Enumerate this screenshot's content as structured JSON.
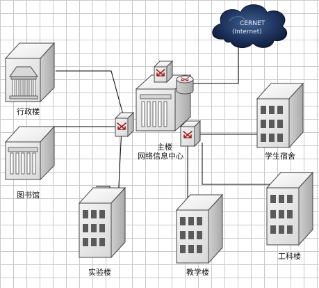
{
  "cloud": {
    "name": "CERNET",
    "sub": "(Internet)"
  },
  "buildings": {
    "admin": "行政楼",
    "library": "图书馆",
    "lab": "实验楼",
    "main_line1": "主楼",
    "main_line2": "网络信息中心",
    "dorm": "学生宿舍",
    "teaching": "教学楼",
    "engineering": "工科楼"
  },
  "colors": {
    "wall_front": "#ececec",
    "wall_side": "#cfcfcf",
    "roof": "#f7f7f7",
    "window": "#5a5a5a",
    "router_accent": "#a01818",
    "cloud": "#1a2d52",
    "link": "#000000"
  }
}
